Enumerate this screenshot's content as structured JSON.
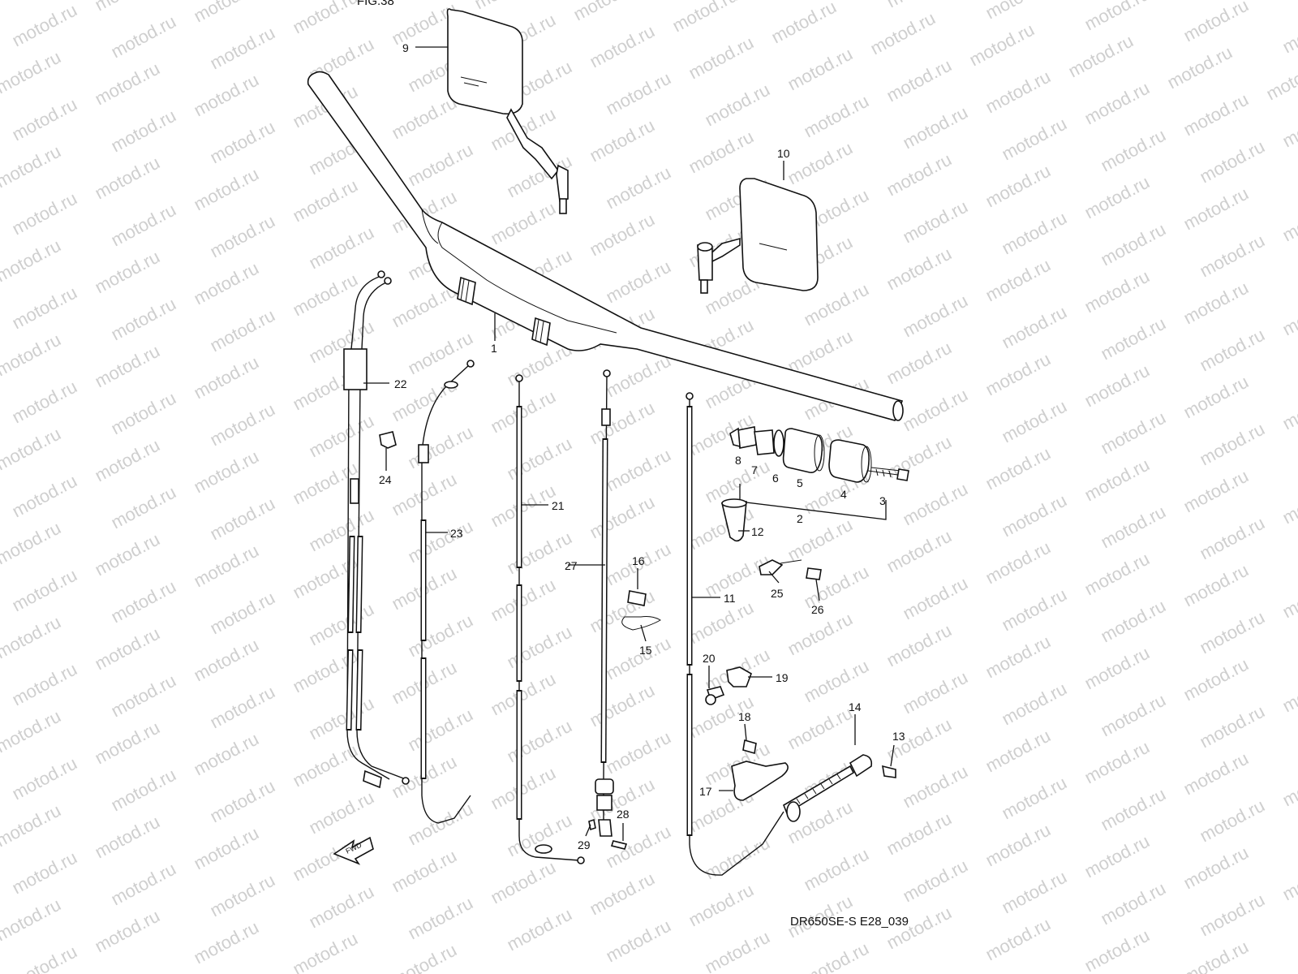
{
  "watermark": {
    "text": "motod.ru"
  },
  "diagram_code": "DR650SE-S E28_039",
  "fwd_label": "FWD",
  "callouts": [
    {
      "id": "c1",
      "text": "1"
    },
    {
      "id": "c2",
      "text": "2"
    },
    {
      "id": "c3",
      "text": "3"
    },
    {
      "id": "c4",
      "text": "4"
    },
    {
      "id": "c5",
      "text": "5"
    },
    {
      "id": "c6",
      "text": "6"
    },
    {
      "id": "c7",
      "text": "7"
    },
    {
      "id": "c8",
      "text": "8"
    },
    {
      "id": "c9",
      "text": "9"
    },
    {
      "id": "c10",
      "text": "10"
    },
    {
      "id": "c11",
      "text": "11"
    },
    {
      "id": "c12",
      "text": "12"
    },
    {
      "id": "c13",
      "text": "13"
    },
    {
      "id": "c14",
      "text": "14"
    },
    {
      "id": "c15",
      "text": "15"
    },
    {
      "id": "c16",
      "text": "16"
    },
    {
      "id": "c17",
      "text": "17"
    },
    {
      "id": "c18",
      "text": "18"
    },
    {
      "id": "c19",
      "text": "19"
    },
    {
      "id": "c20",
      "text": "20"
    },
    {
      "id": "c21",
      "text": "21"
    },
    {
      "id": "c22",
      "text": "22"
    },
    {
      "id": "c23",
      "text": "23"
    },
    {
      "id": "c24",
      "text": "24"
    },
    {
      "id": "c25",
      "text": "25"
    },
    {
      "id": "c26",
      "text": "26"
    },
    {
      "id": "c27",
      "text": "27"
    },
    {
      "id": "c28",
      "text": "28"
    },
    {
      "id": "c29",
      "text": "29"
    }
  ]
}
